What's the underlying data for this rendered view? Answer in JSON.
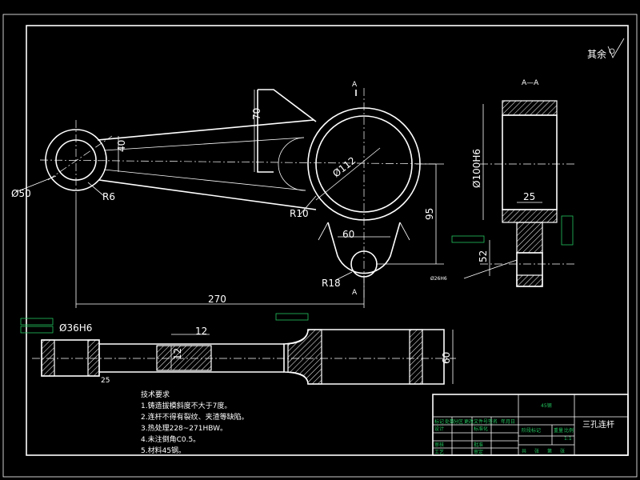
{
  "corner_note": "其余",
  "section_label_top": "A",
  "section_label_bottom": "A",
  "section_view_title": "A—A",
  "dims": {
    "d50": "Ø50",
    "r6": "R6",
    "h40": "40",
    "h70": "70",
    "d112": "Ø112",
    "r10": "R10",
    "w60": "60",
    "h95": "95",
    "r18": "R18",
    "l270": "270",
    "d36": "Ø36H6",
    "w12": "12",
    "h12": "12",
    "w25_bottom": "25",
    "h60": "60",
    "d100": "Ø100H6",
    "w25_section": "25",
    "h52": "52",
    "d26": "Ø26H6"
  },
  "notes": {
    "title": "技术要求",
    "lines": [
      "1.铸造拔模斜度不大于7度。",
      "2.连杆不得有裂纹、夹渣等缺陷。",
      "3.热处理228~271HBW。",
      "4.未注倒角C0.5。",
      "5.材料45钢。"
    ]
  },
  "title_block": {
    "material": "45钢",
    "drawing_name": "三孔连杆",
    "scale": "1:1",
    "row_labels": [
      "设计",
      "审核",
      "工艺"
    ],
    "header_cells": [
      "标记",
      "处数",
      "分区",
      "更改文件号",
      "签名",
      "年月日"
    ],
    "mid_labels": [
      "标准化",
      "批准",
      "审定"
    ],
    "right_labels": [
      "阶段标记",
      "重量",
      "比例"
    ],
    "bottom_labels": [
      "共",
      "张",
      "第",
      "张"
    ]
  }
}
